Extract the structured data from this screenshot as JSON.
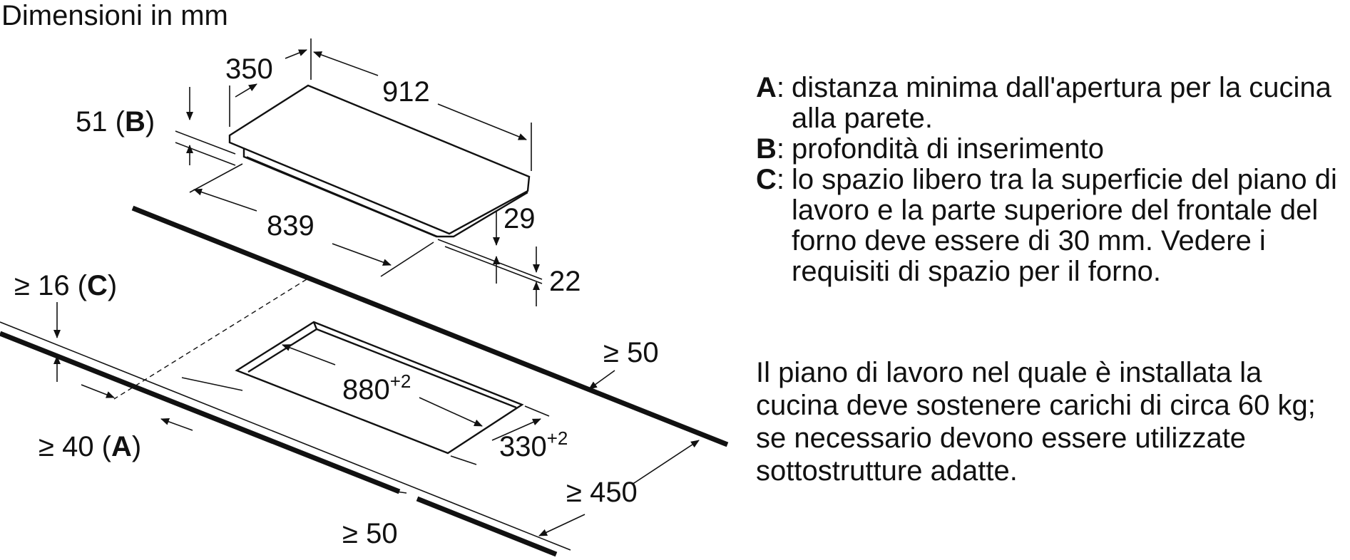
{
  "title": "Dimensioni in mm",
  "dimensions": {
    "hob_depth": "350",
    "hob_width": "912",
    "insert_depth_value": "51 (",
    "insert_depth_key": "B",
    "insert_depth_close": ")",
    "base_width": "839",
    "hob_height_29": "29",
    "hob_height_22": "22",
    "cutout_width": "880",
    "cutout_width_tol": "+2",
    "cutout_depth": "330",
    "cutout_depth_tol": "+2",
    "clearance_c_value": "≥ 16 (",
    "clearance_c_key": "C",
    "clearance_c_close": ")",
    "clearance_a_value": "≥ 40 (",
    "clearance_a_key": "A",
    "clearance_a_close": ")",
    "rear_min": "≥ 50",
    "side_min": "≥ 450",
    "front_min": "≥ 50"
  },
  "legend": [
    {
      "key": "A",
      "sep": ":",
      "text": "distanza minima dall'apertura per la cucina alla parete."
    },
    {
      "key": "B",
      "sep": ":",
      "text": "profondità di inserimento"
    },
    {
      "key": "C",
      "sep": ":",
      "text": "lo spazio libero tra la superficie del piano di lavoro e la parte superiore del frontale del forno deve essere di 30 mm. Vedere i requisiti di spazio per il forno."
    }
  ],
  "note": "Il piano di lavoro nel quale è installata la cucina deve sostenere carichi di circa 60 kg; se necessario devono essere utilizzate sottostrutture adatte."
}
